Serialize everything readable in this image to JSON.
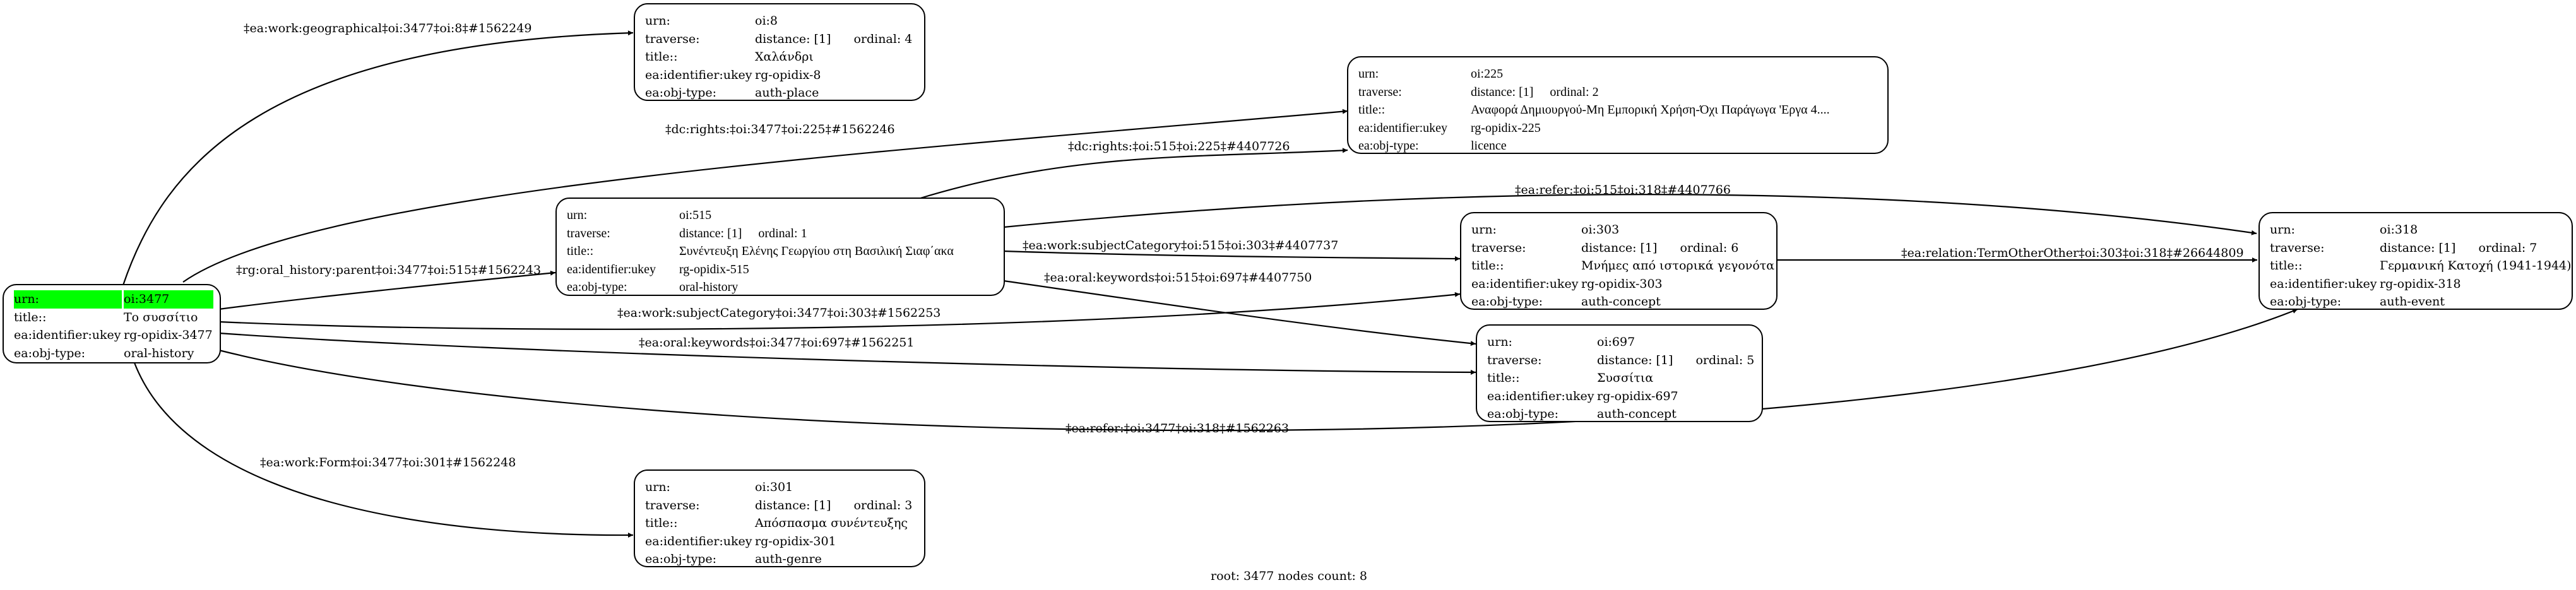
{
  "labels": {
    "urn": "urn:",
    "traverse": "traverse:",
    "title": "title::",
    "ukey": "ea:identifier:ukey",
    "objtype": "ea:obj-type:"
  },
  "colors": {
    "highlight": "#00ff00",
    "stroke": "#000000"
  },
  "nodes": {
    "n3477": {
      "urn": "oi:3477",
      "title": "Το συσσίτιο",
      "ukey": "rg-opidix-3477",
      "objtype": "oral-history",
      "root": true
    },
    "n8": {
      "urn": "oi:8",
      "distance": "distance: [1]",
      "ordinal": "ordinal: 4",
      "title": "Χαλάνδρι",
      "ukey": "rg-opidix-8",
      "objtype": "auth-place"
    },
    "n225": {
      "urn": "oi:225",
      "distance": "distance: [1]",
      "ordinal": "ordinal: 2",
      "title": "Αναφορά Δημιουργού-Μη Εμπορική Χρήση-Όχι Παράγωγα 'Εργα 4....",
      "ukey": "rg-opidix-225",
      "objtype": "licence"
    },
    "n515": {
      "urn": "oi:515",
      "distance": "distance: [1]",
      "ordinal": "ordinal: 1",
      "title": "Συνέντευξη Ελένης Γεωργίου στη Βασιλική Σιαφ΄ακα",
      "ukey": "rg-opidix-515",
      "objtype": "oral-history"
    },
    "n303": {
      "urn": "oi:303",
      "distance": "distance: [1]",
      "ordinal": "ordinal: 6",
      "title": "Μνήμες από ιστορικά γεγονότα",
      "ukey": "rg-opidix-303",
      "objtype": "auth-concept"
    },
    "n697": {
      "urn": "oi:697",
      "distance": "distance: [1]",
      "ordinal": "ordinal: 5",
      "title": "Συσσίτια",
      "ukey": "rg-opidix-697",
      "objtype": "auth-concept"
    },
    "n318": {
      "urn": "oi:318",
      "distance": "distance: [1]",
      "ordinal": "ordinal: 7",
      "title": "Γερμανική Κατοχή (1941-1944)",
      "ukey": "rg-opidix-318",
      "objtype": "auth-event"
    },
    "n301": {
      "urn": "oi:301",
      "distance": "distance: [1]",
      "ordinal": "ordinal: 3",
      "title": "Απόσπασμα συνέντευξης",
      "ukey": "rg-opidix-301",
      "objtype": "auth-genre"
    }
  },
  "edges": [
    {
      "from": "oi:3477",
      "to": "oi:8",
      "label": "‡ea:work:geographical‡oi:3477‡oi:8‡#1562249"
    },
    {
      "from": "oi:3477",
      "to": "oi:225",
      "label": "‡dc:rights:‡oi:3477‡oi:225‡#1562246"
    },
    {
      "from": "oi:515",
      "to": "oi:225",
      "label": "‡dc:rights:‡oi:515‡oi:225‡#4407726"
    },
    {
      "from": "oi:515",
      "to": "oi:318",
      "label": "‡ea:refer:‡oi:515‡oi:318‡#4407766"
    },
    {
      "from": "oi:3477",
      "to": "oi:515",
      "label": "‡rg:oral_history:parent‡oi:3477‡oi:515‡#1562243"
    },
    {
      "from": "oi:515",
      "to": "oi:303",
      "label": "‡ea:work:subjectCategory‡oi:515‡oi:303‡#4407737"
    },
    {
      "from": "oi:303",
      "to": "oi:318",
      "label": "‡ea:relation:TermOtherOther‡oi:303‡oi:318‡#26644809"
    },
    {
      "from": "oi:515",
      "to": "oi:697",
      "label": "‡ea:oral:keywords‡oi:515‡oi:697‡#4407750"
    },
    {
      "from": "oi:3477",
      "to": "oi:303",
      "label": "‡ea:work:subjectCategory‡oi:3477‡oi:303‡#1562253"
    },
    {
      "from": "oi:3477",
      "to": "oi:697",
      "label": "‡ea:oral:keywords‡oi:3477‡oi:697‡#1562251"
    },
    {
      "from": "oi:3477",
      "to": "oi:318",
      "label": "‡ea:refer:‡oi:3477‡oi:318‡#1562263"
    },
    {
      "from": "oi:3477",
      "to": "oi:301",
      "label": "‡ea:work:Form‡oi:3477‡oi:301‡#1562248"
    }
  ],
  "footer": "root: 3477 nodes count: 8"
}
